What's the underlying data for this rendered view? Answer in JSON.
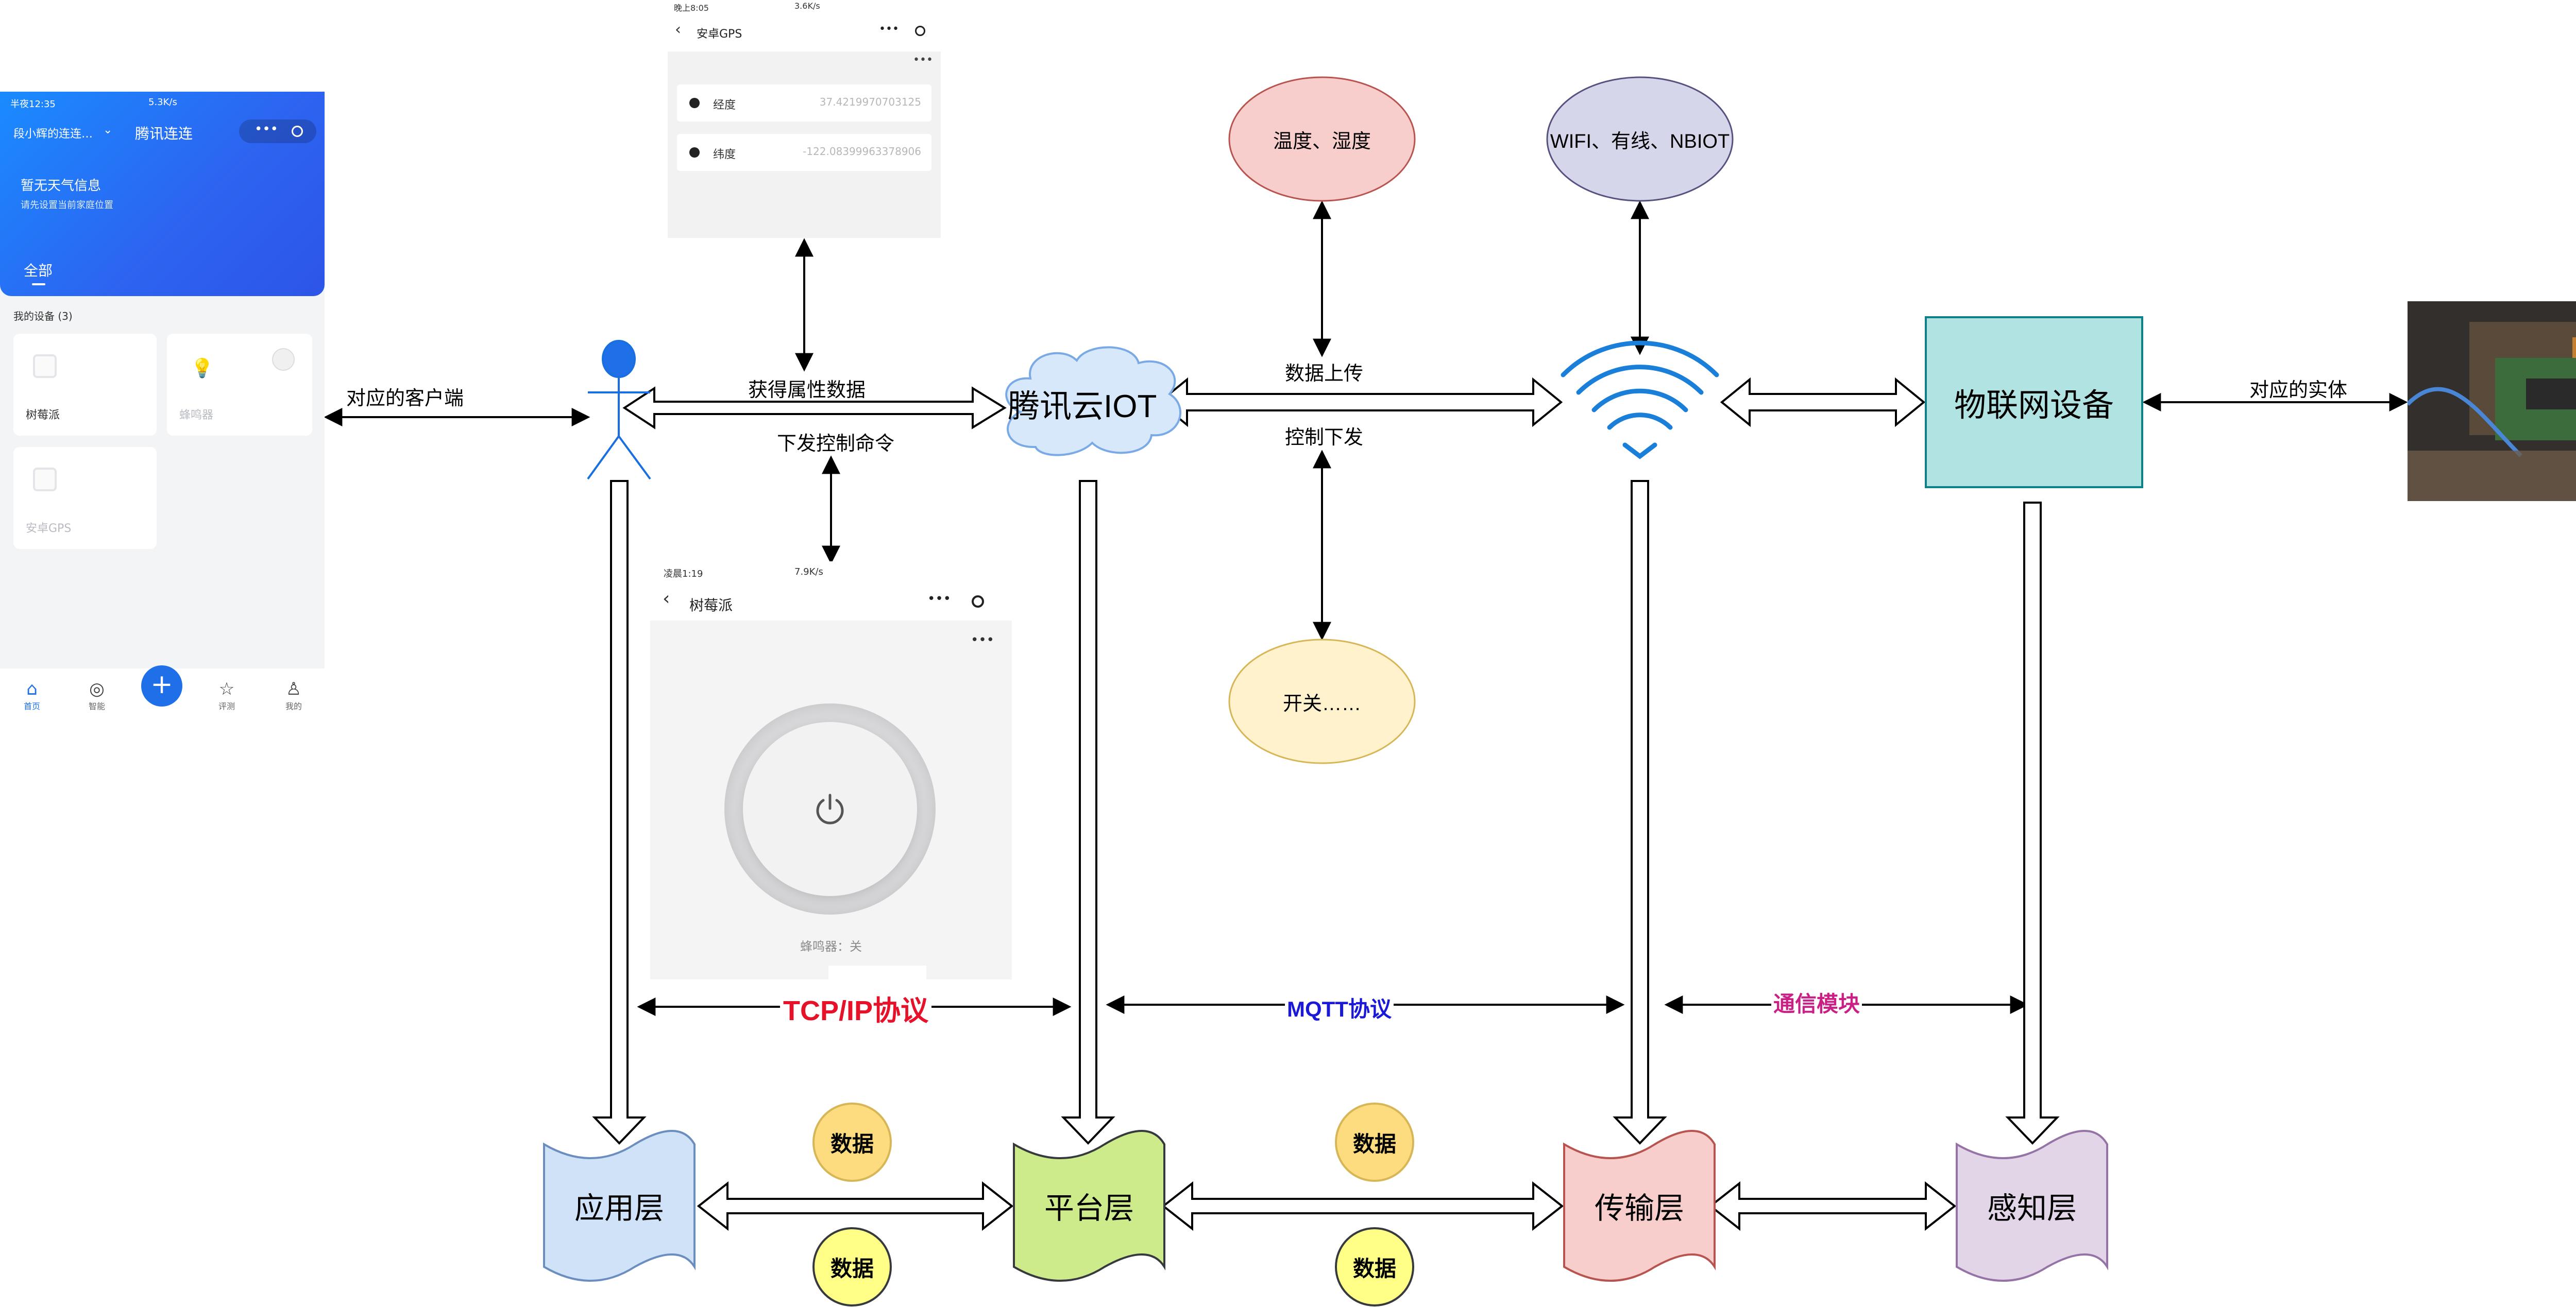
{
  "colors": {
    "link_blue": "#1e6fe0",
    "tcp_red": "#e5122a",
    "mqtt_blue": "#1b19d8",
    "comm_magenta": "#cc1f86",
    "device_teal": "#b1e3e3",
    "wifi_blue": "#1a7fd8"
  },
  "phone_home": {
    "status_time": "半夜12:35",
    "status_right": "5.3K/s",
    "home_name": "段小辉的连连…",
    "app_title": "腾讯连连",
    "weather_title": "暂无天气信息",
    "weather_sub": "请先设置当前家庭位置",
    "tab_all": "全部",
    "my_devices": "我的设备 (3)",
    "devices": [
      "树莓派",
      "蜂鸣器",
      "安卓GPS"
    ],
    "tabs": [
      "首页",
      "智能",
      "评测",
      "我的"
    ],
    "add_label": "+"
  },
  "phone_gps": {
    "status_time": "晚上8:05",
    "status_right": "3.6K/s",
    "title": "安卓GPS",
    "rows": [
      {
        "label": "经度",
        "value": "37.4219970703125"
      },
      {
        "label": "纬度",
        "value": "-122.08399963378906"
      }
    ]
  },
  "phone_pi": {
    "status_time": "凌晨1:19",
    "status_right": "7.9K/s",
    "title": "树莓派",
    "buzzer_status": "蜂鸣器：关"
  },
  "labels": {
    "client": "对应的客户端",
    "get_attr": "获得属性数据",
    "send_cmd": "下发控制命令",
    "cloud": "腾讯云IOT",
    "data_up": "数据上传",
    "ctrl_down": "控制下发",
    "temp": "温度、湿度",
    "net": "WIFI、有线、NBIOT",
    "switch": "开关……",
    "device": "物联网设备",
    "entity": "对应的实体",
    "tcp": "TCP/IP协议",
    "mqtt": "MQTT协议",
    "comm": "通信模块",
    "layers": [
      "应用层",
      "平台层",
      "传输层",
      "感知层"
    ],
    "data_token": "数据"
  }
}
